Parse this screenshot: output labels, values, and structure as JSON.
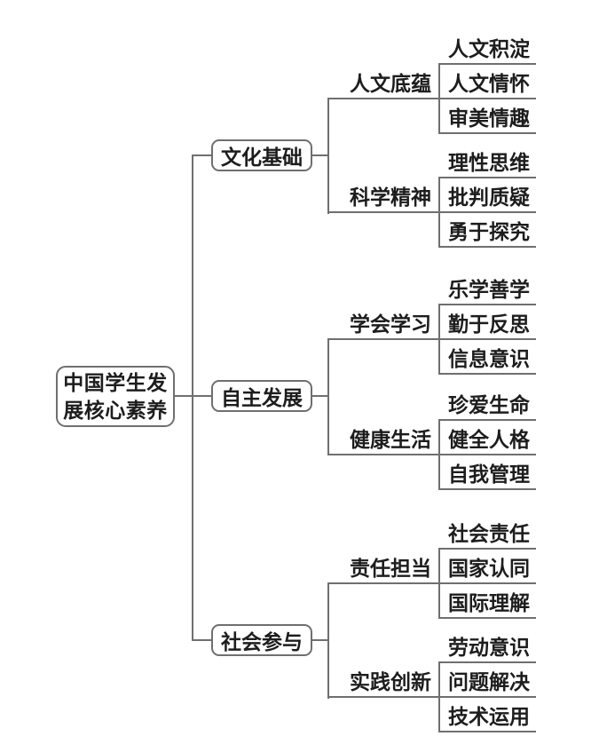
{
  "root": {
    "lines": [
      "中国学生发",
      "展核心素养"
    ]
  },
  "branches": [
    {
      "label": "文化基础",
      "groups": [
        {
          "label": "人文底蕴",
          "children": [
            "人文积淀",
            "人文情怀",
            "审美情趣"
          ]
        },
        {
          "label": "科学精神",
          "children": [
            "理性思维",
            "批判质疑",
            "勇于探究"
          ]
        }
      ]
    },
    {
      "label": "自主发展",
      "groups": [
        {
          "label": "学会学习",
          "children": [
            "乐学善学",
            "勤于反思",
            "信息意识"
          ]
        },
        {
          "label": "健康生活",
          "children": [
            "珍爱生命",
            "健全人格",
            "自我管理"
          ]
        }
      ]
    },
    {
      "label": "社会参与",
      "groups": [
        {
          "label": "责任担当",
          "children": [
            "社会责任",
            "国家认同",
            "国际理解"
          ]
        },
        {
          "label": "实践创新",
          "children": [
            "劳动意识",
            "问题解决",
            "技术运用"
          ]
        }
      ]
    }
  ],
  "colors": {
    "line": "#6f6f6f",
    "text": "#1d1d1d",
    "background": "#ffffff"
  }
}
